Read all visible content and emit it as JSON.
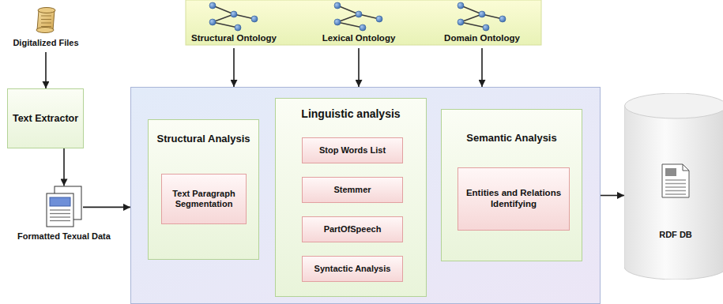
{
  "diagram": {
    "nodes": [
      {
        "text": [
          "Digitalized Files"
        ]
      },
      {
        "text": [
          "Text Extractor"
        ]
      },
      {
        "text": [
          "Formatted Texual Data"
        ]
      },
      {
        "text": [
          "Structural Ontology"
        ]
      },
      {
        "text": [
          "Lexical Ontology"
        ]
      },
      {
        "text": [
          "Domain Ontology"
        ]
      },
      {
        "text": []
      },
      {
        "text": [
          "Structural Analysis"
        ],
        "in": 6
      },
      {
        "text": [
          "Text Paragraph Segmentation"
        ],
        "in": 7
      },
      {
        "text": [
          "Linguistic analysis"
        ],
        "in": 6
      },
      {
        "text": [
          "Stop Words List"
        ],
        "in": 9
      },
      {
        "text": [
          "Stemmer"
        ],
        "in": 9
      },
      {
        "text": [
          "PartOfSpeech"
        ],
        "in": 9
      },
      {
        "text": [
          "Syntactic Analysis"
        ],
        "in": 9
      },
      {
        "text": [
          "Semantic Analysis"
        ],
        "in": 6
      },
      {
        "text": [
          "Entities and Relations Identifying"
        ],
        "in": 14
      },
      {
        "text": [
          "RDF DB"
        ]
      }
    ],
    "edges": [
      {
        "from": 0,
        "to": 1,
        "arrow": "to"
      },
      {
        "from": 1,
        "to": 2,
        "arrow": "to"
      },
      {
        "from": 2,
        "to": 6,
        "arrow": "to"
      },
      {
        "from": 3,
        "to": 6,
        "arrow": "to"
      },
      {
        "from": 4,
        "to": 6,
        "arrow": "to"
      },
      {
        "from": 5,
        "to": 6,
        "arrow": "to"
      },
      {
        "from": 6,
        "to": 16,
        "arrow": "to"
      }
    ]
  }
}
